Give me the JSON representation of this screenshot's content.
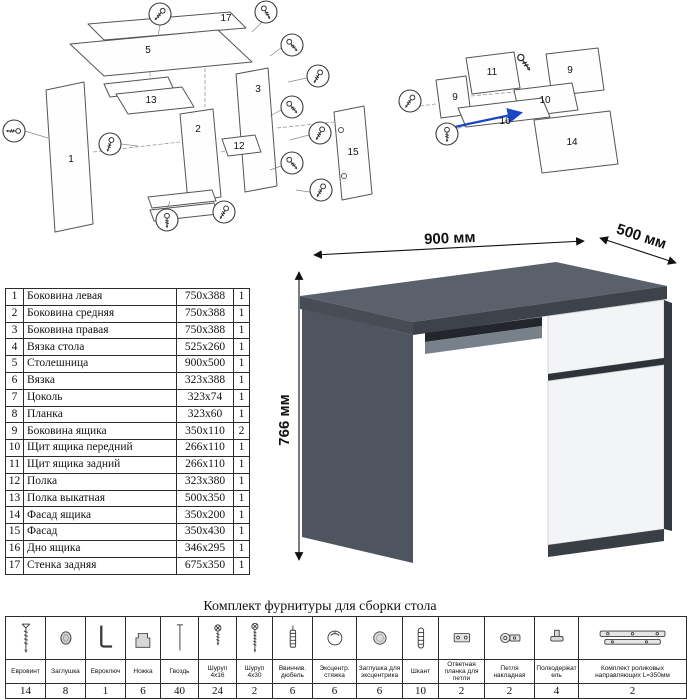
{
  "title": "Комплект фурнитуры для сборки стола",
  "desk": {
    "width": "900 мм",
    "depth": "500 мм",
    "height": "766 мм"
  },
  "parts": [
    {
      "n": "1",
      "name": "Боковина левая",
      "size": "750х388",
      "qty": "1"
    },
    {
      "n": "2",
      "name": "Боковина средняя",
      "size": "750х388",
      "qty": "1"
    },
    {
      "n": "3",
      "name": "Боковина правая",
      "size": "750х388",
      "qty": "1"
    },
    {
      "n": "4",
      "name": "Вязка стола",
      "size": "525х260",
      "qty": "1"
    },
    {
      "n": "5",
      "name": "Столешница",
      "size": "900х500",
      "qty": "1"
    },
    {
      "n": "6",
      "name": "Вязка",
      "size": "323х388",
      "qty": "1"
    },
    {
      "n": "7",
      "name": "Цоколь",
      "size": "323х74",
      "qty": "1"
    },
    {
      "n": "8",
      "name": "Планка",
      "size": "323х60",
      "qty": "1"
    },
    {
      "n": "9",
      "name": "Боковина ящика",
      "size": "350х110",
      "qty": "2"
    },
    {
      "n": "10",
      "name": "Щит ящика передний",
      "size": "266х110",
      "qty": "1"
    },
    {
      "n": "11",
      "name": "Щит ящика задний",
      "size": "266х110",
      "qty": "1"
    },
    {
      "n": "12",
      "name": "Полка",
      "size": "323х380",
      "qty": "1"
    },
    {
      "n": "13",
      "name": "Полка выкатная",
      "size": "500х350",
      "qty": "1"
    },
    {
      "n": "14",
      "name": "Фасад ящика",
      "size": "350х200",
      "qty": "1"
    },
    {
      "n": "15",
      "name": "Фасад",
      "size": "350х430",
      "qty": "1"
    },
    {
      "n": "16",
      "name": "Дно ящика",
      "size": "346х295",
      "qty": "1"
    },
    {
      "n": "17",
      "name": "Стенка задняя",
      "size": "675х350",
      "qty": "1"
    }
  ],
  "hardware": [
    {
      "name": "Евровинт",
      "qty": "14",
      "icon": "confirmat-screw-icon"
    },
    {
      "name": "Заглушка",
      "qty": "8",
      "icon": "cap-icon"
    },
    {
      "name": "Евроключ",
      "qty": "1",
      "icon": "hex-key-icon"
    },
    {
      "name": "Ножка",
      "qty": "6",
      "icon": "foot-icon"
    },
    {
      "name": "Гвоздь",
      "qty": "40",
      "icon": "nail-icon"
    },
    {
      "name": "Шуруп 4х16",
      "qty": "24",
      "icon": "screw-short-icon"
    },
    {
      "name": "Шуруп 4х30",
      "qty": "2",
      "icon": "screw-long-icon"
    },
    {
      "name": "Ввинчив. дюбель",
      "qty": "6",
      "icon": "dowel-screw-icon"
    },
    {
      "name": "Эксцентр. стяжка",
      "qty": "6",
      "icon": "cam-lock-icon"
    },
    {
      "name": "Заглушка для эксцентрика",
      "qty": "6",
      "icon": "cam-cap-icon"
    },
    {
      "name": "Шкант",
      "qty": "10",
      "icon": "wood-dowel-icon"
    },
    {
      "name": "Ответная планка для петли",
      "qty": "2",
      "icon": "hinge-plate-icon"
    },
    {
      "name": "Петля накладная",
      "qty": "2",
      "icon": "hinge-icon"
    },
    {
      "name": "Полкодержатель",
      "qty": "4",
      "icon": "shelf-pin-icon"
    },
    {
      "name": "Комплект роликовых направляющих L=350мм",
      "qty": "2",
      "icon": "roller-guide-icon"
    }
  ],
  "diagram_labels": {
    "main": [
      "17",
      "5",
      "3",
      "13",
      "2",
      "12",
      "15",
      "1"
    ],
    "drawer": [
      "11",
      "9",
      "10",
      "9",
      "16",
      "14"
    ]
  }
}
